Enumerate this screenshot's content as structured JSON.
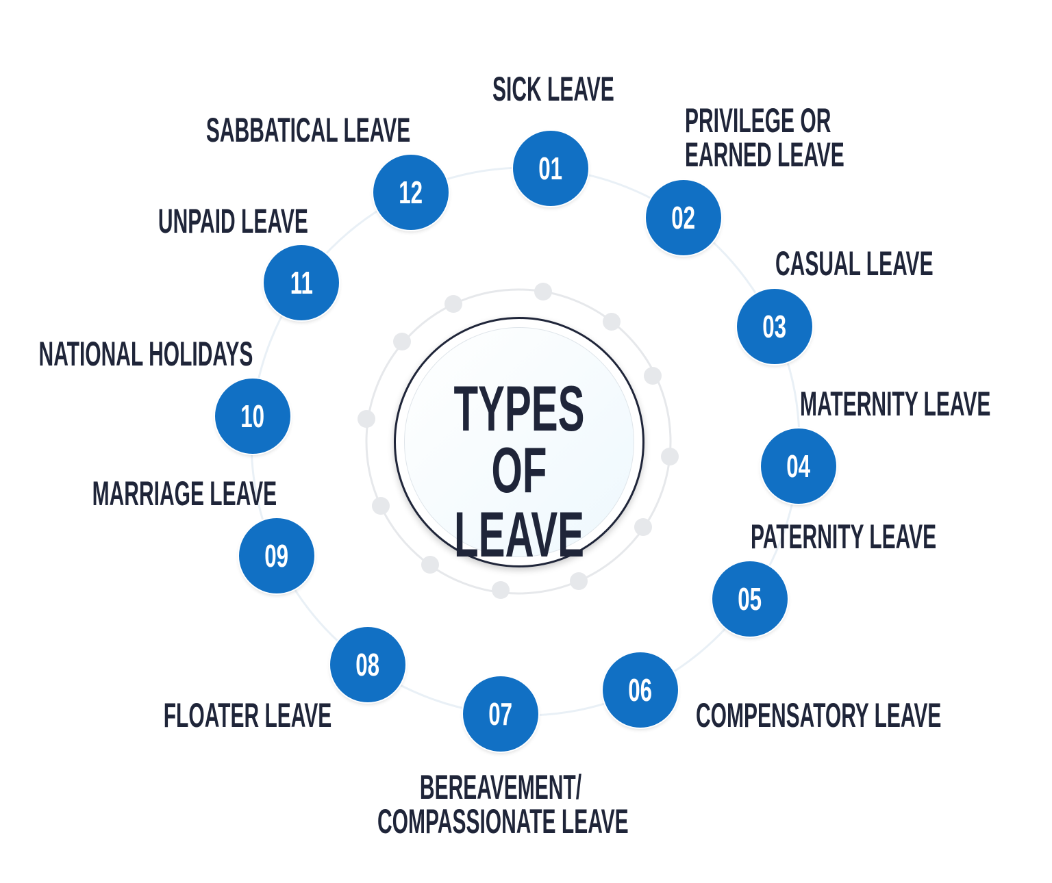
{
  "title": [
    "TYPES",
    "OF LEAVE"
  ],
  "colors": {
    "accent": "#1170c4",
    "text": "#1f2539",
    "ring": "#e6e8eb"
  },
  "items": [
    {
      "number": "01",
      "label": [
        "SICK LEAVE"
      ]
    },
    {
      "number": "02",
      "label": [
        "PRIVILEGE OR",
        "EARNED LEAVE"
      ]
    },
    {
      "number": "03",
      "label": [
        "CASUAL LEAVE"
      ]
    },
    {
      "number": "04",
      "label": [
        "MATERNITY LEAVE"
      ]
    },
    {
      "number": "05",
      "label": [
        "PATERNITY LEAVE"
      ]
    },
    {
      "number": "06",
      "label": [
        "COMPENSATORY LEAVE"
      ]
    },
    {
      "number": "07",
      "label": [
        "BEREAVEMENT/",
        "COMPASSIONATE LEAVE"
      ]
    },
    {
      "number": "08",
      "label": [
        "FLOATER LEAVE"
      ]
    },
    {
      "number": "09",
      "label": [
        "MARRIAGE LEAVE"
      ]
    },
    {
      "number": "10",
      "label": [
        "NATIONAL HOLIDAYS"
      ]
    },
    {
      "number": "11",
      "label": [
        "UNPAID LEAVE"
      ]
    },
    {
      "number": "12",
      "label": [
        "SABBATICAL LEAVE"
      ]
    }
  ]
}
